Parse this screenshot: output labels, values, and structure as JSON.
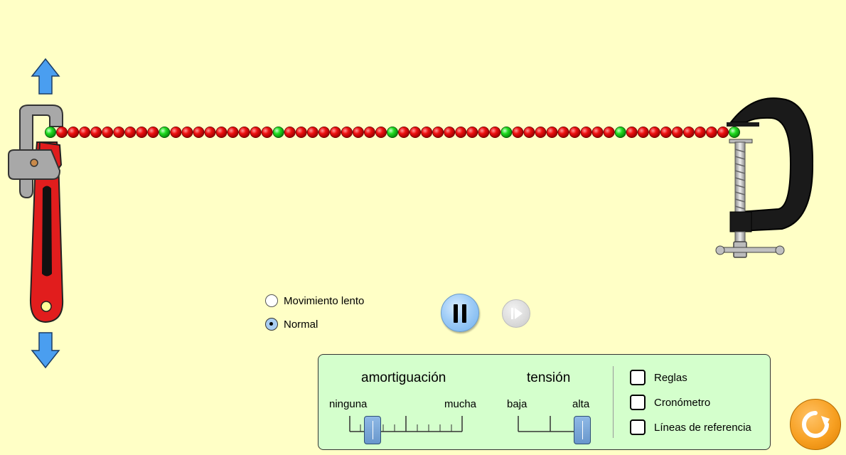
{
  "playback": {
    "speed_options": [
      {
        "label": "Movimiento lento",
        "selected": false
      },
      {
        "label": "Normal",
        "selected": true
      }
    ],
    "pause_icon": "pause-icon",
    "step_icon": "step-forward-icon",
    "playing": true
  },
  "controls": {
    "damping": {
      "title": "amortiguación",
      "min_label": "ninguna",
      "max_label": "mucha",
      "value": 0.2
    },
    "tension": {
      "title": "tensión",
      "min_label": "baja",
      "max_label": "alta",
      "value": 1.0
    },
    "checkboxes": [
      {
        "label": "Reglas",
        "checked": false
      },
      {
        "label": "Cronómetro",
        "checked": false
      },
      {
        "label": "Líneas de referencia",
        "checked": false
      }
    ]
  },
  "reset_icon": "reset-icon",
  "string": {
    "bead_count": 61,
    "green_every": 10,
    "colors": {
      "bead": "#ee0000",
      "reference_bead": "#22dd22",
      "background": "#ffffc6",
      "panel": "#d4ffcc",
      "accent": "#4a9ef0"
    }
  }
}
